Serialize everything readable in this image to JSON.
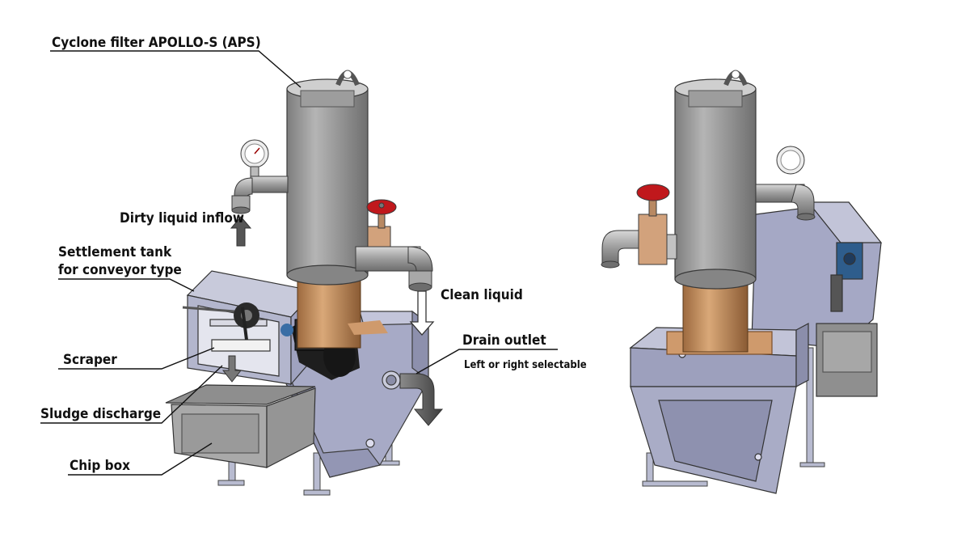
{
  "labels": {
    "cyclone": "Cyclone filter APOLLO-S (APS)",
    "dirty_inflow": "Dirty liquid inflow",
    "settlement_1": "Settlement tank",
    "settlement_2": "for conveyor type",
    "clean_liquid": "Clean liquid",
    "drain_outlet": "Drain outlet",
    "drain_note": "Left or right selectable",
    "scraper": "Scraper",
    "sludge": "Sludge discharge",
    "chip_box": "Chip box"
  },
  "colors": {
    "cyclone_gray": "#9a9a9a",
    "copper": "#c8915f",
    "tank_blue": "#a9acc6",
    "handwheel_red": "#c0181c",
    "valve_bronze": "#d2a27c",
    "motor_black": "#1e1e1e",
    "arrow_gray": "#555555"
  }
}
